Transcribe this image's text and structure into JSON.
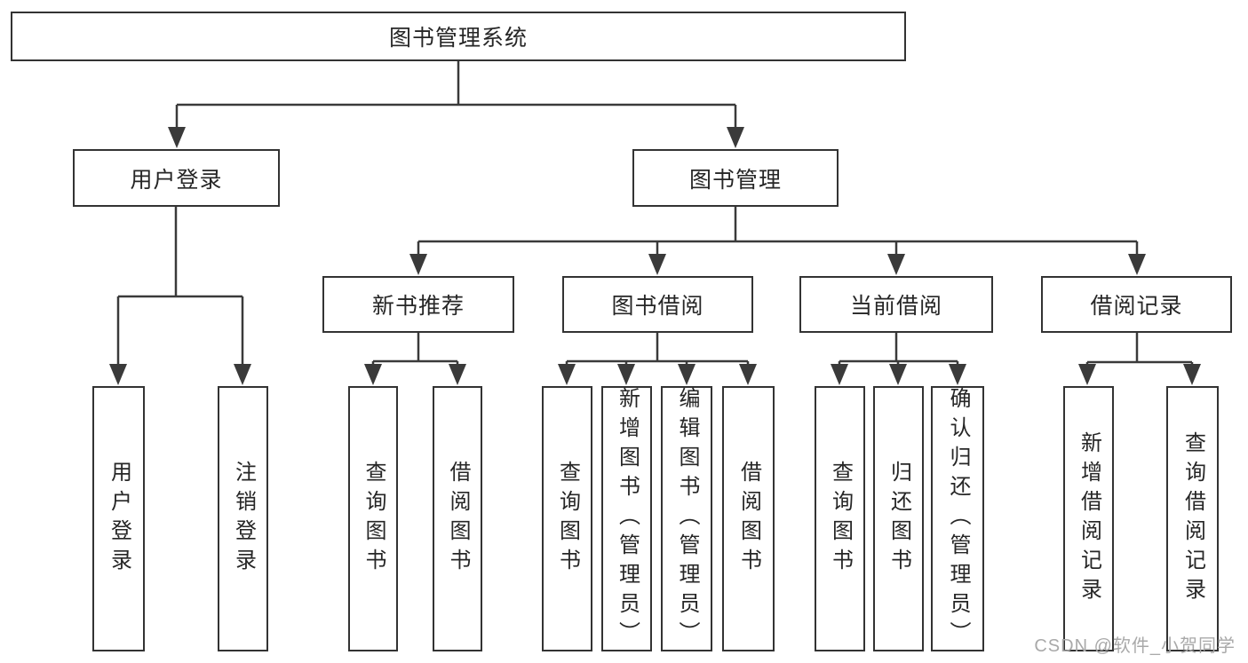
{
  "diagram_type": "hierarchy-tree",
  "colors": {
    "line": "#3a3a3a",
    "box_border": "#333333",
    "box_background": "#ffffff",
    "text": "#262626",
    "watermark": "#a9a9a9"
  },
  "watermark": {
    "text": "CSDN @软件_小贺同学"
  },
  "tree": {
    "label": "图书管理系统",
    "children": [
      {
        "label": "用户登录",
        "children": [
          {
            "label": "用户登录"
          },
          {
            "label": "注销登录"
          }
        ]
      },
      {
        "label": "图书管理",
        "children": [
          {
            "label": "新书推荐",
            "children": [
              {
                "label": "查询图书"
              },
              {
                "label": "借阅图书"
              }
            ]
          },
          {
            "label": "图书借阅",
            "children": [
              {
                "label": "查询图书"
              },
              {
                "label": "新增图书（管理员）"
              },
              {
                "label": "编辑图书（管理员）"
              },
              {
                "label": "借阅图书"
              }
            ]
          },
          {
            "label": "当前借阅",
            "children": [
              {
                "label": "查询图书"
              },
              {
                "label": "归还图书"
              },
              {
                "label": "确认归还（管理员）"
              }
            ]
          },
          {
            "label": "借阅记录",
            "children": [
              {
                "label": "新增借阅记录"
              },
              {
                "label": "查询借阅记录"
              }
            ]
          }
        ]
      }
    ]
  }
}
